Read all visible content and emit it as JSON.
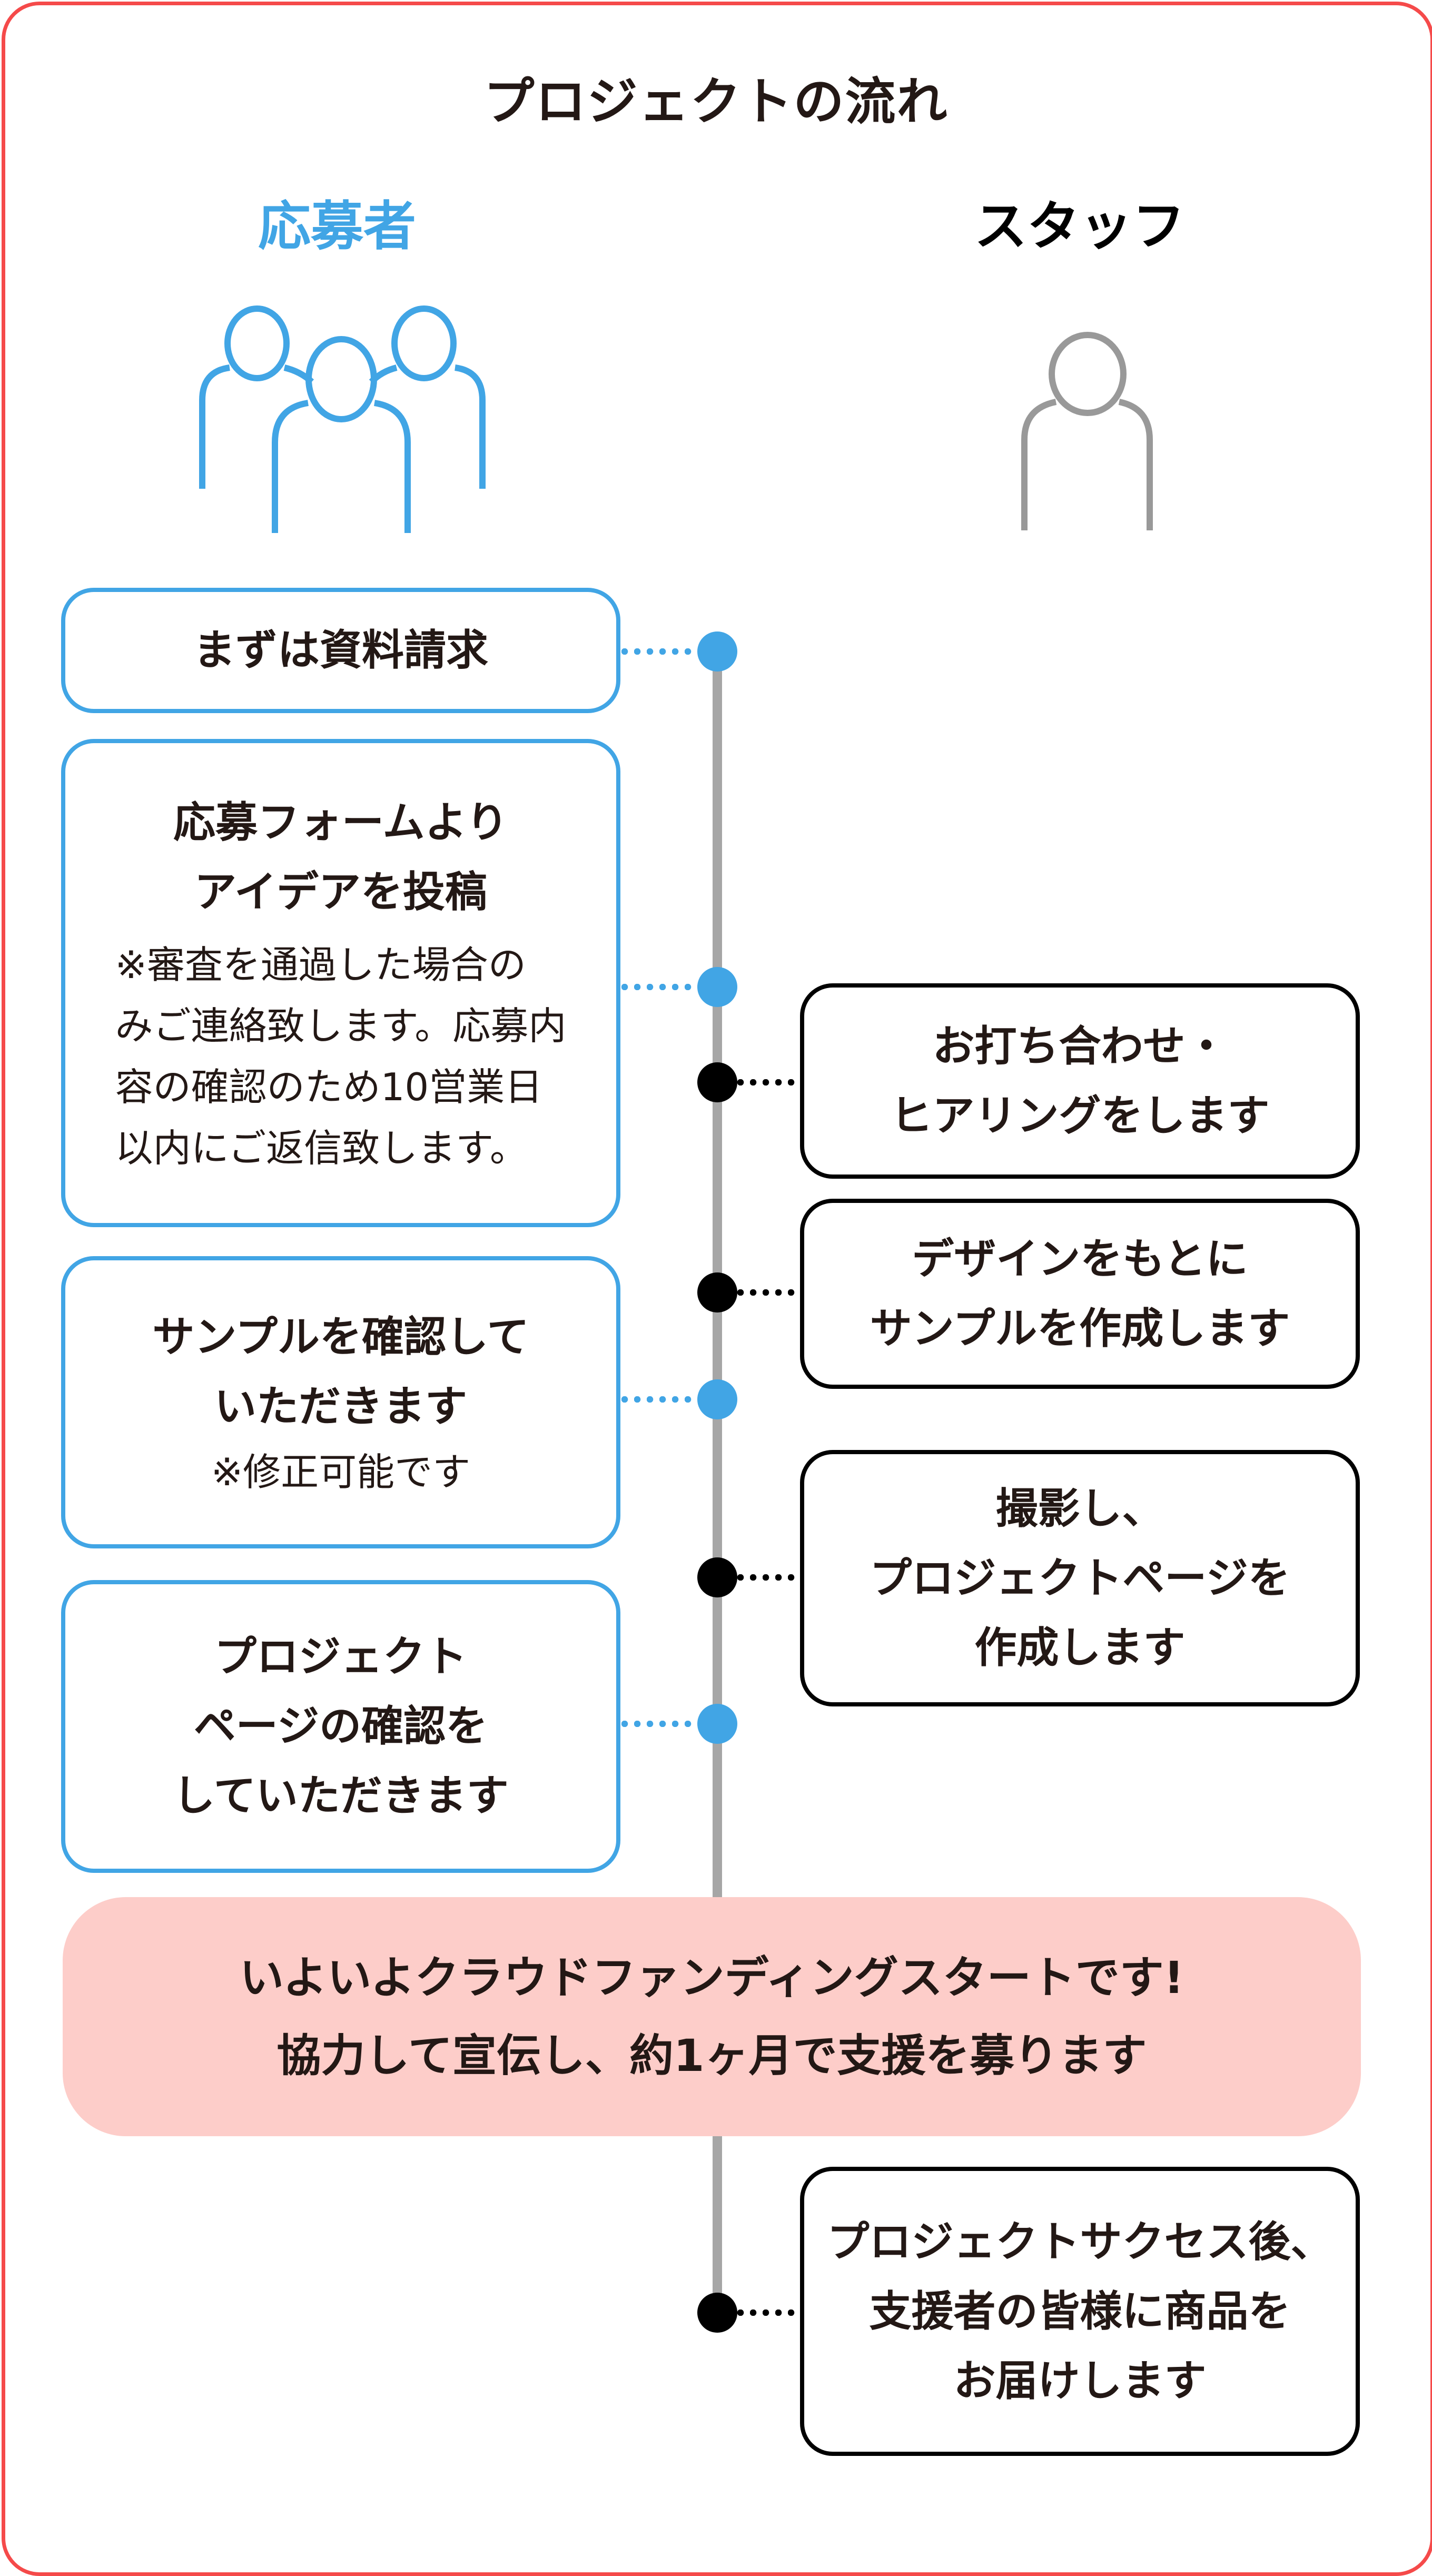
{
  "title": "プロジェクトの流れ",
  "columns": {
    "applicant": {
      "label": "応募者",
      "icon": "group-people-icon",
      "color": "#41a5e5"
    },
    "staff": {
      "label": "スタッフ",
      "icon": "person-icon",
      "color": "#999999"
    }
  },
  "colors": {
    "frame": "#f54a4a",
    "applicant_accent": "#41a5e5",
    "staff_accent": "#000000",
    "timeline": "#a6a6a6",
    "highlight_bg": "#fdcdc9"
  },
  "applicant_steps": [
    {
      "title": "まずは資料請求",
      "note": ""
    },
    {
      "title": "応募フォームより\nアイデアを投稿",
      "note": "※審査を通過した場合の\nみご連絡致します。応募内\n容の確認のため10営業日\n以内にご返信致します。"
    },
    {
      "title": "サンプルを確認して\nいただきます",
      "note": "※修正可能です"
    },
    {
      "title": "プロジェクト\nページの確認を\nしていただきます",
      "note": ""
    }
  ],
  "staff_steps": [
    {
      "title": "お打ち合わせ・\nヒアリングをします"
    },
    {
      "title": "デザインをもとに\nサンプルを作成します"
    },
    {
      "title": "撮影し、\nプロジェクトページを\n作成します"
    },
    {
      "title": "プロジェクトサクセス後、\n支援者の皆様に商品を\nお届けします"
    }
  ],
  "highlight": {
    "line1": "いよいよクラウドファンディングスタートです!",
    "line2": "協力して宣伝し、約1ヶ月で支援を募ります"
  }
}
